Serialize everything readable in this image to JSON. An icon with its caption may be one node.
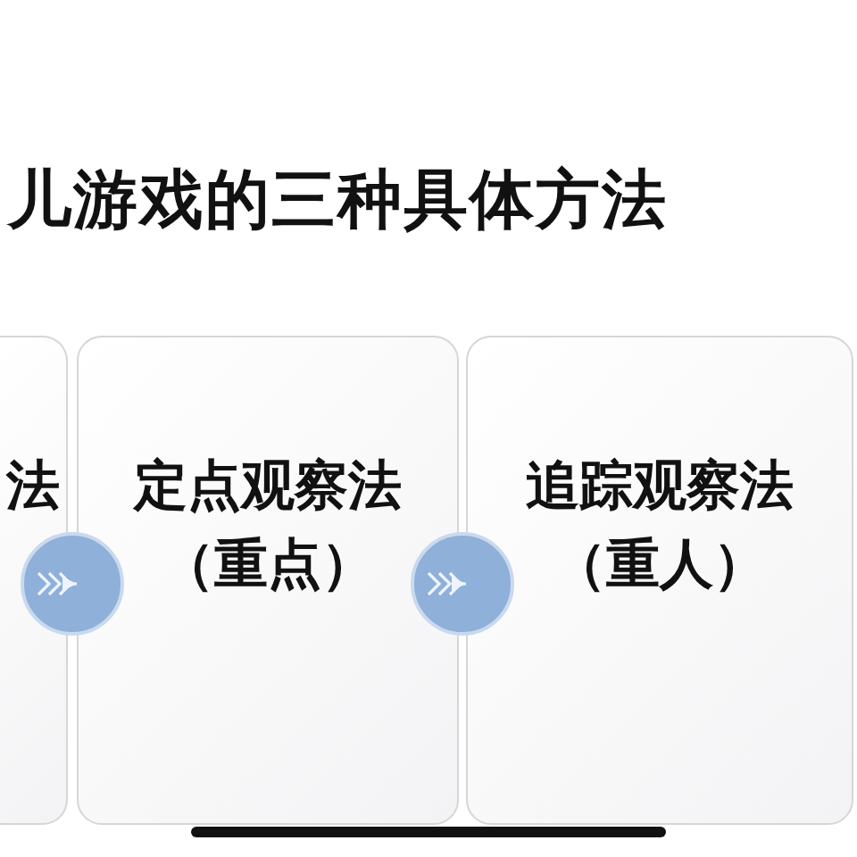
{
  "diagram": {
    "title": "儿游戏的三种具体方法",
    "nodes": [
      {
        "text": [
          "法"
        ]
      },
      {
        "text": [
          "定点观察法",
          "（重点）"
        ]
      },
      {
        "text": [
          "追踪观察法",
          "（重人）"
        ]
      }
    ],
    "edges": [
      {
        "from": 0,
        "to": 1,
        "arrow": "to"
      },
      {
        "from": 1,
        "to": 2,
        "arrow": "to"
      }
    ]
  }
}
